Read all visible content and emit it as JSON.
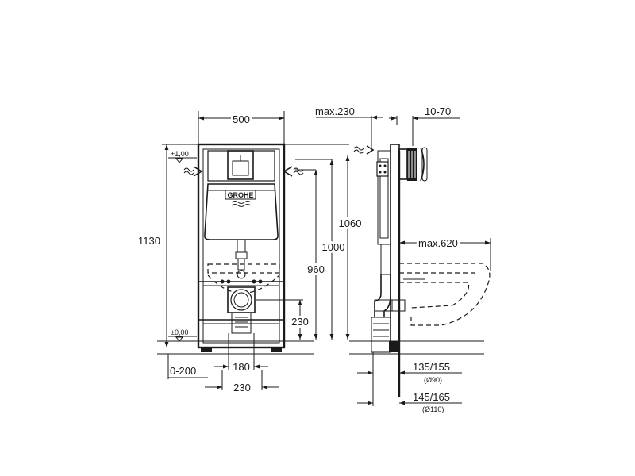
{
  "brand": {
    "logo_text": "GROHE"
  },
  "front_view": {
    "width": "500",
    "height_total": "1130",
    "level_top": "+1,00",
    "level_bottom": "±0,00",
    "height_1060": "1060",
    "height_1000": "1000",
    "height_960": "960",
    "height_230": "230",
    "offset_range": "0-200",
    "spacing_180": "180",
    "spacing_230": "230"
  },
  "side_view": {
    "max_depth": "max.230",
    "depth_range": "10-70",
    "max_projection": "max.620",
    "outlet_90": "135/155",
    "outlet_90_diameter": "(Ø90)",
    "outlet_110": "145/165",
    "outlet_110_diameter": "(Ø110)"
  }
}
